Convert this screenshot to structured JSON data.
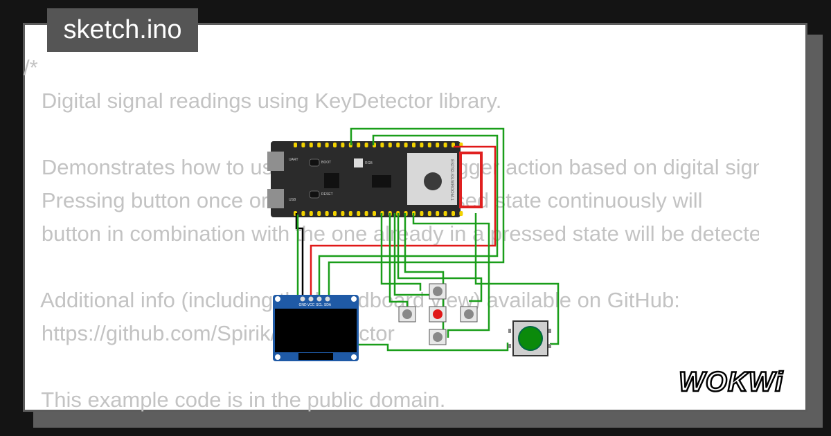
{
  "tab": {
    "title": "sketch.ino"
  },
  "code": {
    "lines": [
      "/*",
      "   Digital signal readings using KeyDetector library.",
      "",
      "   Demonstrates how to use KeyDetector to trigger action based on digital signal readings.",
      "   Pressing button once or keeping it in a pressed state continuously will",
      "   button in combination with the one already in a pressed state will be detected.",
      "",
      "   Additional info (including the breadboard view) available on GitHub:",
      "   https://github.com/Spirik/KeyDetector",
      "",
      "   This example code is in the public domain."
    ]
  },
  "board": {
    "module_label": "ESP32-S3-WROOM-1",
    "boot_label": "BOOT",
    "reset_label": "RESET",
    "uart_label": "UART",
    "usb_label": "USB",
    "rgb_label": "RGB"
  },
  "oled": {
    "pins": [
      "GND",
      "VCC",
      "SCL",
      "SDA"
    ]
  },
  "logo": {
    "text": "WOKWi"
  },
  "colors": {
    "wire_green": "#1a9e1a",
    "wire_red": "#e01818",
    "wire_black": "#000000",
    "oled_pcb": "#1f5aa6",
    "board_pcb": "#2b2b2b",
    "button_green": "#0b8a0b"
  }
}
